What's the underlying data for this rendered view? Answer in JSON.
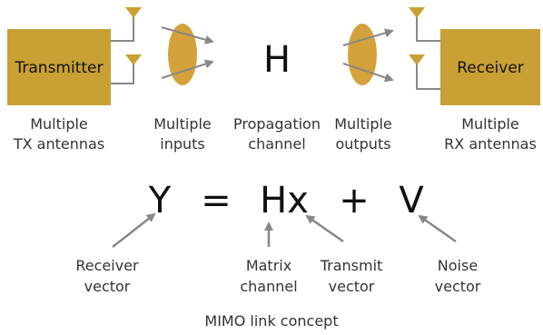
{
  "colors": {
    "gold": "#c9a033",
    "ellipse": "#d4a23a",
    "line": "#888888",
    "text": "#333333"
  },
  "diagram": {
    "transmitter_label": "Transmitter",
    "receiver_label": "Receiver",
    "channel_symbol": "H",
    "labels": {
      "tx_antennas": [
        "Multiple",
        "TX antennas"
      ],
      "inputs": [
        "Multiple",
        "inputs"
      ],
      "propagation": [
        "Propagation",
        "channel"
      ],
      "outputs": [
        "Multiple",
        "outputs"
      ],
      "rx_antennas": [
        "Multiple",
        "RX antennas"
      ]
    }
  },
  "equation": {
    "y": "Y",
    "equals": "=",
    "hx": "Hx",
    "plus": "+",
    "v": "V"
  },
  "annotations": {
    "receiver_vector": [
      "Receiver",
      "vector"
    ],
    "matrix_channel": [
      "Matrix",
      "channel"
    ],
    "transmit_vector": [
      "Transmit",
      "vector"
    ],
    "noise_vector": [
      "Noise",
      "vector"
    ]
  },
  "caption": "MIMO link concept",
  "icons": {
    "antenna": "antenna-icon",
    "arrow": "arrow-icon"
  }
}
